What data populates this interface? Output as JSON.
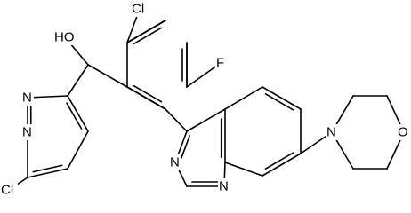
{
  "structure": {
    "atoms": [
      {
        "id": "Cl_top",
        "text": "Cl"
      },
      {
        "id": "HO",
        "text": "HO"
      },
      {
        "id": "F",
        "text": "F"
      },
      {
        "id": "N_pyd_a",
        "text": "N"
      },
      {
        "id": "N_pyd_b",
        "text": "N"
      },
      {
        "id": "Cl_bottom",
        "text": "Cl"
      },
      {
        "id": "N_quin_a",
        "text": "N"
      },
      {
        "id": "N_quin_b",
        "text": "N"
      },
      {
        "id": "N_morph",
        "text": "N"
      },
      {
        "id": "O_morph",
        "text": "O"
      }
    ]
  }
}
